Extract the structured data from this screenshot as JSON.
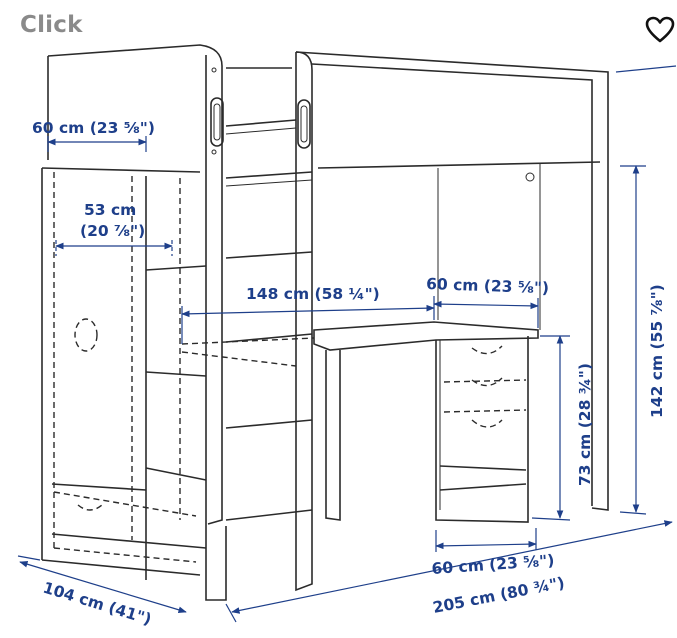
{
  "header": {
    "brand": "Click",
    "favorite_icon": "heart-outline-icon"
  },
  "dimensions": {
    "shelf_width": "60 cm (23 ⅝\")",
    "wardrobe_width_cm": "53 cm",
    "wardrobe_width_in": "(20 ⅞\")",
    "desk_length": "148 cm (58 ¼\")",
    "desk_drawer_width": "60 cm (23 ⅝\")",
    "overall_height": "142 cm (55 ⅞\")",
    "desk_height": "73 cm (28 ¾\")",
    "drawer_unit_width": "60 cm (23 ⅝\")",
    "overall_length": "205 cm (80 ¾\")",
    "overall_depth": "104 cm (41\")"
  },
  "colors": {
    "dimension_text": "#1e3f8a",
    "line_art": "#2b2b2b",
    "brand_text": "#8a8a8a"
  }
}
